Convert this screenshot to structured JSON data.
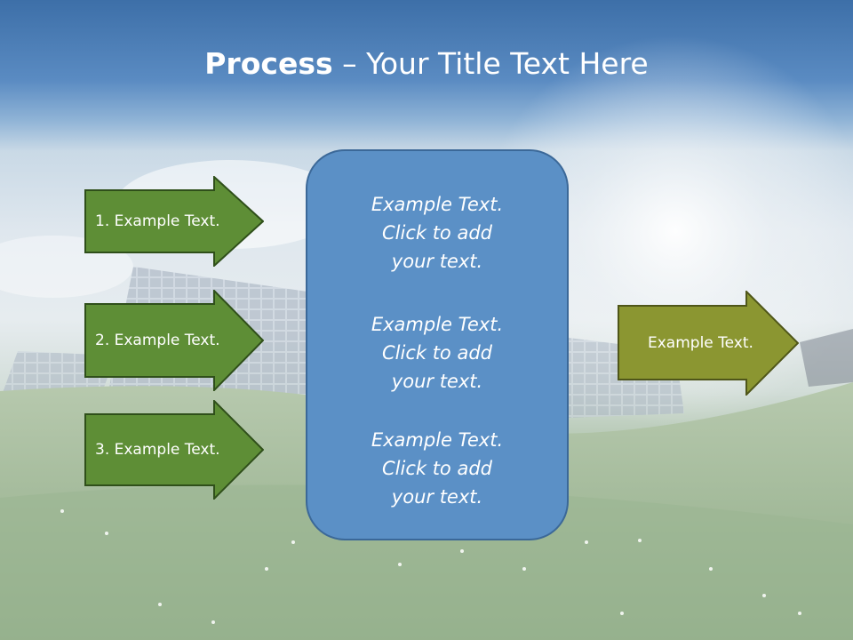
{
  "title": {
    "bold": "Process",
    "separator": " – ",
    "rest": "Your Title Text Here"
  },
  "left_arrows": [
    {
      "label": "1. Example Text."
    },
    {
      "label": "2. Example Text."
    },
    {
      "label": "3. Example Text."
    }
  ],
  "center_box": {
    "paragraphs": [
      {
        "line1": "Example Text.",
        "line2": "Click  to add",
        "line3": "your text."
      },
      {
        "line1": "Example Text.",
        "line2": "Click  to add",
        "line3": "your text."
      },
      {
        "line1": "Example Text.",
        "line2": "Click  to add",
        "line3": "your text."
      }
    ]
  },
  "right_arrow": {
    "label": "Example Text."
  },
  "colors": {
    "left_arrow_fill": "#5e8e36",
    "left_arrow_stroke": "#2f4f1a",
    "right_arrow_fill": "#8b9631",
    "right_arrow_stroke": "#4f5619",
    "center_box_fill": "#5b90c6",
    "title_text": "#ffffff"
  }
}
